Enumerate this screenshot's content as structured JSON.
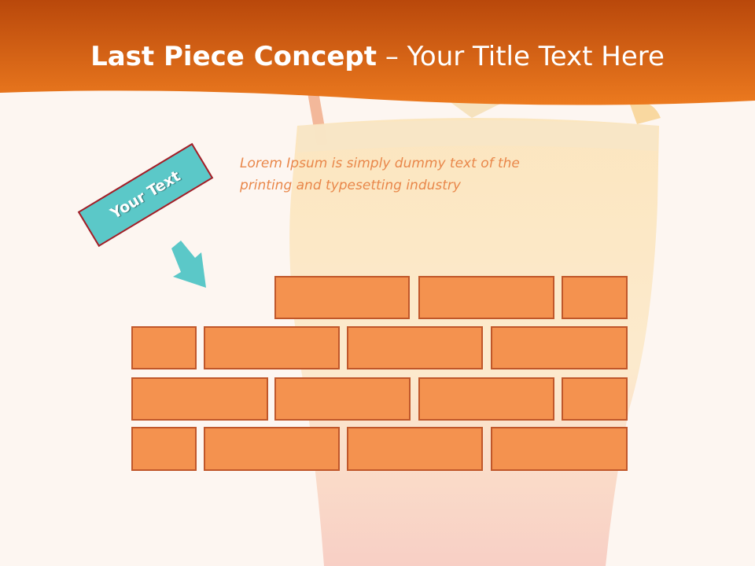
{
  "slide": {
    "title_bold": "Last Piece Concept",
    "title_rest": "– Your Title Text Here",
    "body_text": "Lorem Ipsum is simply dummy text of the printing and typesetting industry",
    "callout_label": "Your Text"
  },
  "colors": {
    "header_orange": "#e8701a",
    "brick_fill": "#f4924f",
    "brick_border": "#c0572a",
    "callout_fill": "#5bc8c8",
    "callout_border": "#a81c25",
    "body_text": "#e9874a"
  },
  "icons": {
    "arrow": "arrow-down-right-icon"
  },
  "wall": {
    "rows": 4,
    "bricks_per_row": [
      3,
      4,
      4,
      4
    ]
  }
}
